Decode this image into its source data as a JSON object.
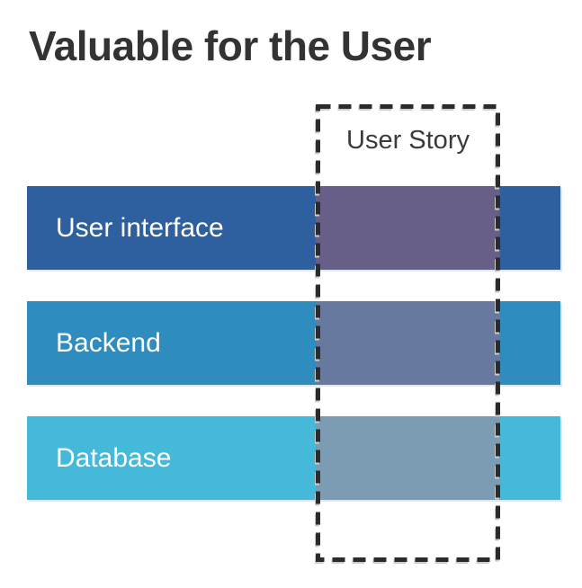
{
  "title": "Valuable for the User",
  "colors": {
    "background": "#ffffff",
    "title_text": "#333333",
    "bar_label_text": "#ffffff",
    "user_story_text": "#3a3a3a",
    "dash_border": "#2b2b2b"
  },
  "user_story": {
    "label": "User Story"
  },
  "layers": [
    {
      "label": "User interface",
      "color": "#2e5f9e",
      "overlap_color": "#675f88"
    },
    {
      "label": "Backend",
      "color": "#2e8cbe",
      "overlap_color": "#67799e"
    },
    {
      "label": "Database",
      "color": "#45b9d9",
      "overlap_color": "#7b9cb3"
    }
  ]
}
